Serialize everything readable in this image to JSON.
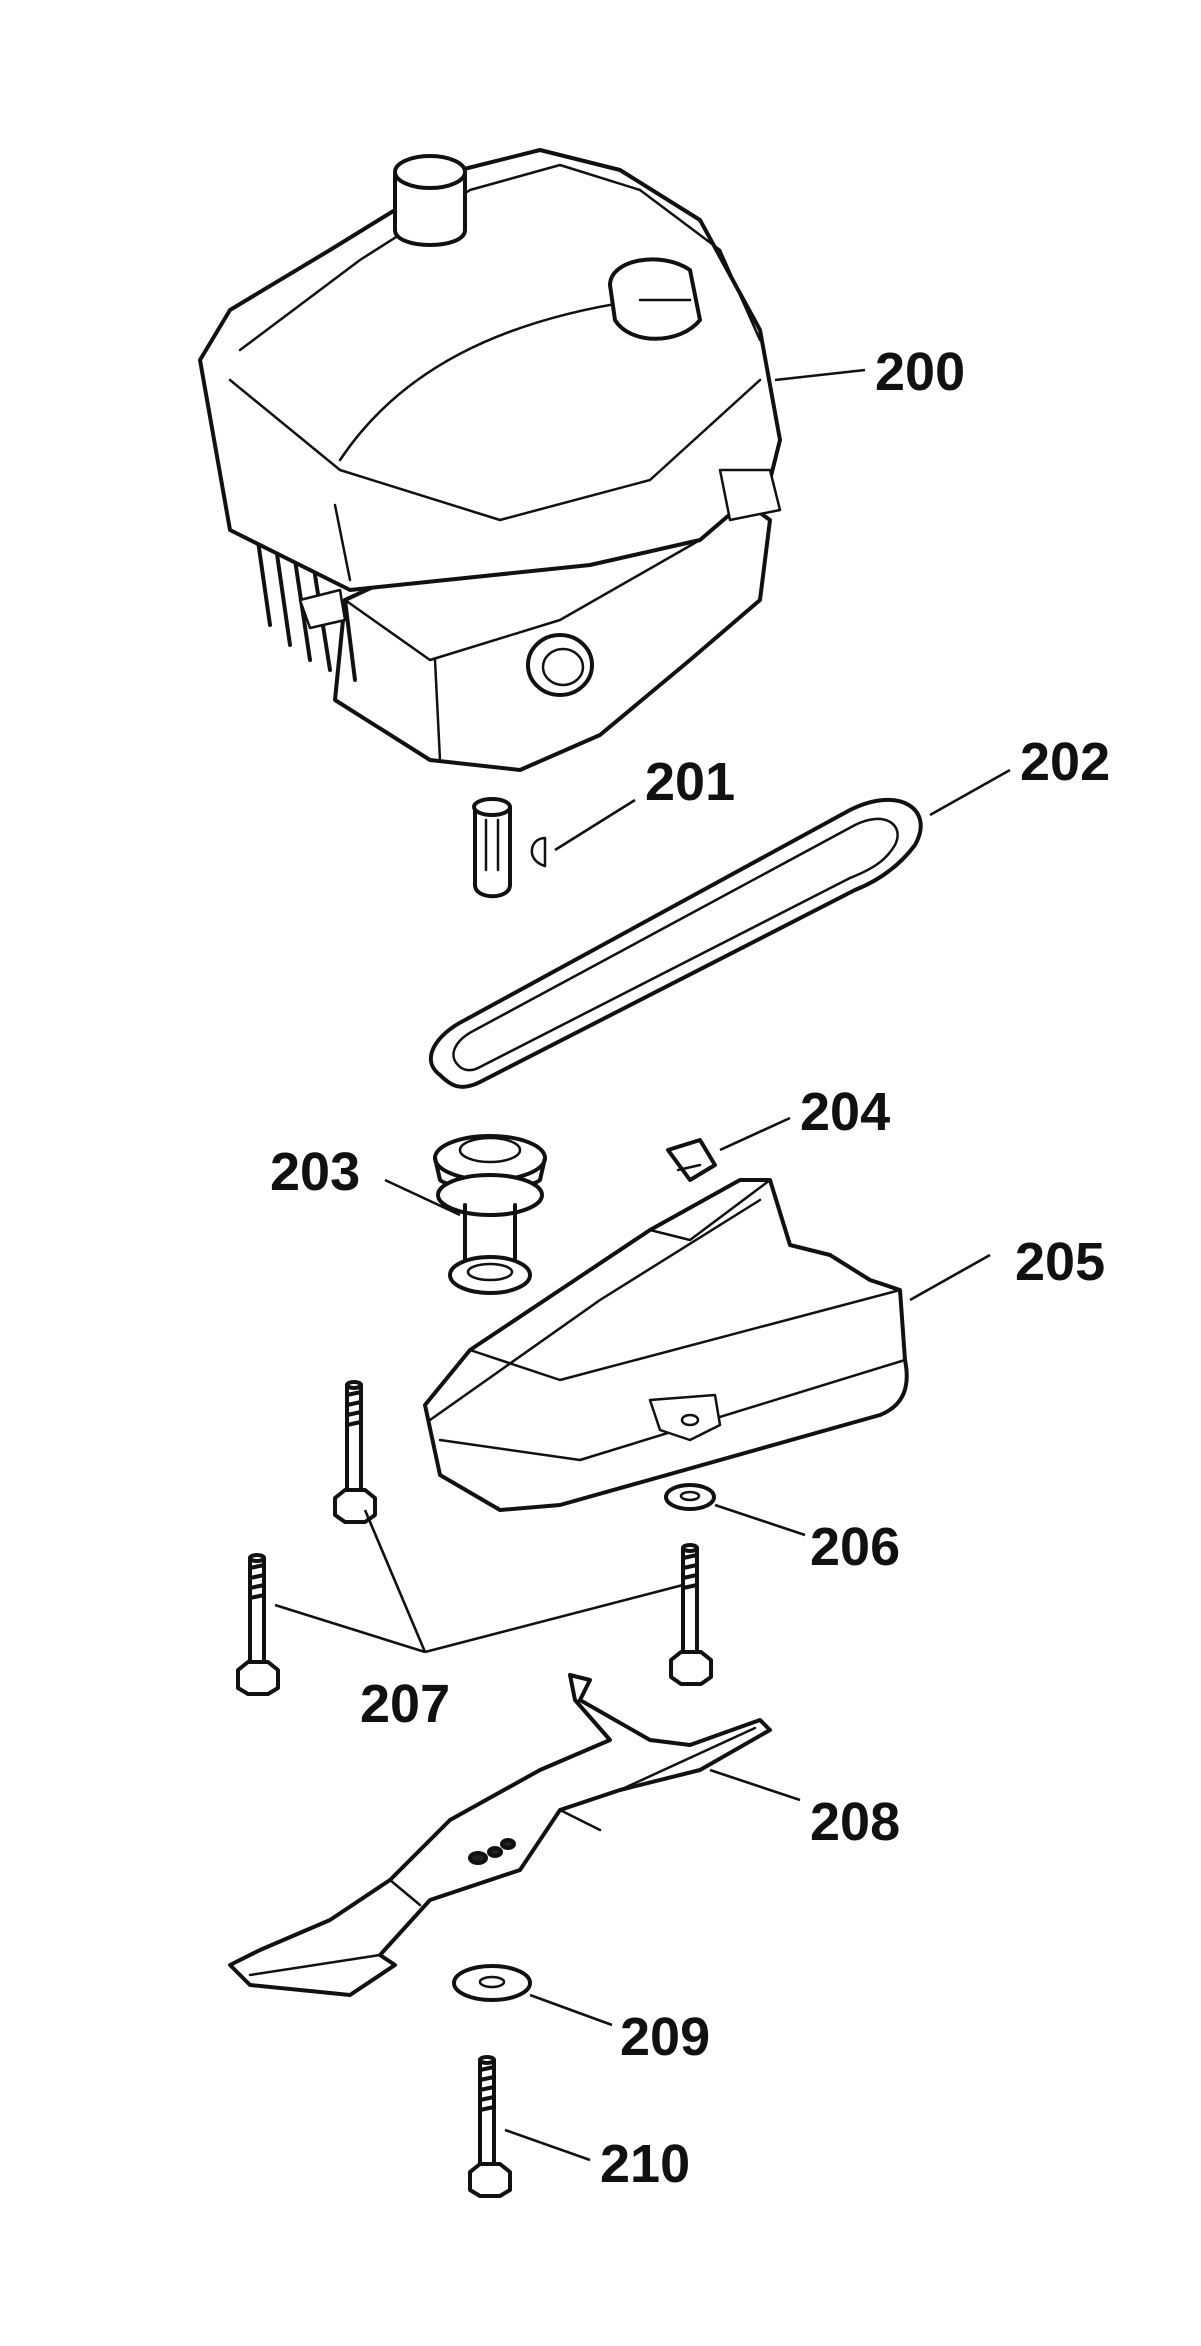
{
  "diagram": {
    "callouts": [
      {
        "id": "200",
        "label": "200"
      },
      {
        "id": "201",
        "label": "201"
      },
      {
        "id": "202",
        "label": "202"
      },
      {
        "id": "203",
        "label": "203"
      },
      {
        "id": "204",
        "label": "204"
      },
      {
        "id": "205",
        "label": "205"
      },
      {
        "id": "206",
        "label": "206"
      },
      {
        "id": "207",
        "label": "207"
      },
      {
        "id": "208",
        "label": "208"
      },
      {
        "id": "209",
        "label": "209"
      },
      {
        "id": "210",
        "label": "210"
      }
    ],
    "colors": {
      "line": "#111111",
      "background": "#ffffff"
    }
  }
}
